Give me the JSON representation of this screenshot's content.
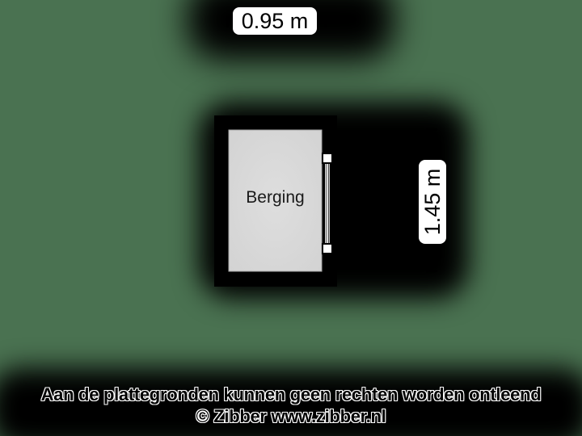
{
  "page": {
    "background_color": "#4a7251"
  },
  "plan": {
    "room_label": "Berging",
    "width_dimension": "0.95 m",
    "height_dimension": "1.45 m",
    "colors": {
      "wall": "#000000",
      "floor": "#d9d9d9",
      "floor_border": "#a8a8a8",
      "label_background": "#ffffff",
      "line": "#000000",
      "door": "#ffffff"
    }
  },
  "footer": {
    "disclaimer": "Aan de plattegronden kunnen geen rechten worden ontleend",
    "copyright": "© Zibber www.zibber.nl"
  }
}
